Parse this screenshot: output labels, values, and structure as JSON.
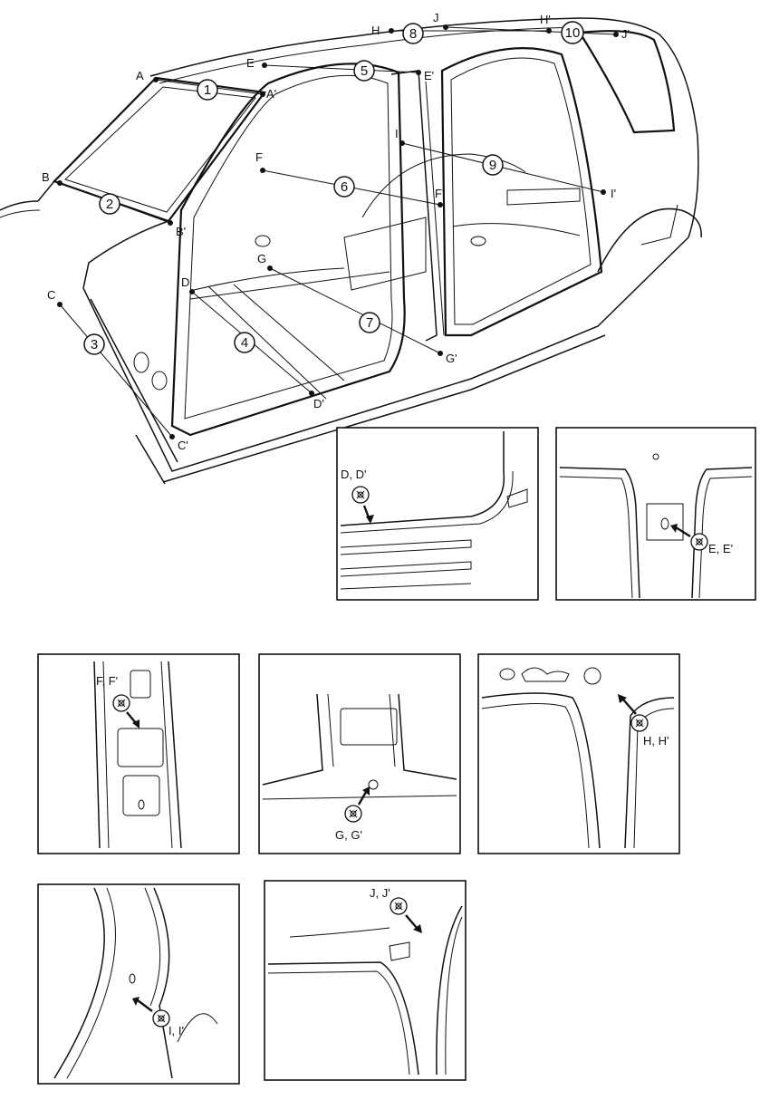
{
  "diagram": {
    "points": [
      {
        "id": "A",
        "label": "A"
      },
      {
        "id": "A2",
        "label": "A'"
      },
      {
        "id": "B",
        "label": "B"
      },
      {
        "id": "B2",
        "label": "B'"
      },
      {
        "id": "C",
        "label": "C"
      },
      {
        "id": "C2",
        "label": "C'"
      },
      {
        "id": "D",
        "label": "D"
      },
      {
        "id": "D2",
        "label": "D'"
      },
      {
        "id": "E",
        "label": "E"
      },
      {
        "id": "E2",
        "label": "E'"
      },
      {
        "id": "F",
        "label": "F"
      },
      {
        "id": "F2",
        "label": "F'"
      },
      {
        "id": "G",
        "label": "G"
      },
      {
        "id": "G2",
        "label": "G'"
      },
      {
        "id": "H",
        "label": "H"
      },
      {
        "id": "H2",
        "label": "H'"
      },
      {
        "id": "I",
        "label": "I"
      },
      {
        "id": "I2",
        "label": "I'"
      },
      {
        "id": "J",
        "label": "J"
      },
      {
        "id": "J2",
        "label": "J'"
      }
    ],
    "measurements": [
      "1",
      "2",
      "3",
      "4",
      "5",
      "6",
      "7",
      "8",
      "9",
      "10"
    ],
    "details": [
      {
        "id": "dd",
        "label": "D, D'"
      },
      {
        "id": "ee",
        "label": "E, E'"
      },
      {
        "id": "ff",
        "label": "F, F'"
      },
      {
        "id": "gg",
        "label": "G, G'"
      },
      {
        "id": "hh",
        "label": "H, H'"
      },
      {
        "id": "ii",
        "label": "I, I'"
      },
      {
        "id": "jj",
        "label": "J, J'"
      }
    ]
  }
}
